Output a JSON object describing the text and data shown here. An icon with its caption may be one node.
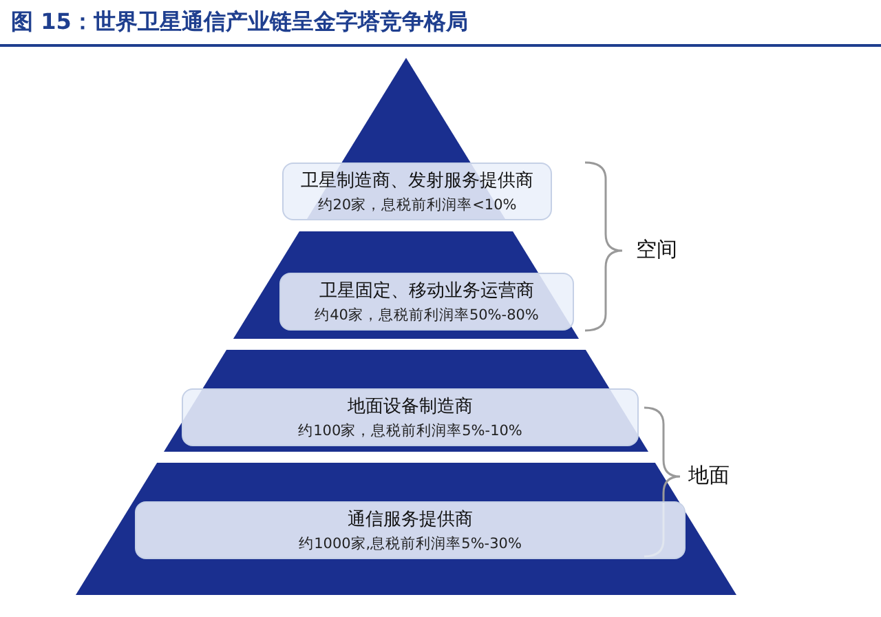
{
  "diagram": {
    "title": "图 15：世界卫星通信产业链呈金字塔竞争格局",
    "nodes": [
      {
        "text": [
          "卫星制造商、发射服务提供商",
          "约20家，息税前利润率<10%"
        ]
      },
      {
        "text": [
          "卫星固定、移动业务运营商",
          "约40家，息税前利润率50%-80%"
        ]
      },
      {
        "text": [
          "地面设备制造商",
          "约100家，息税前利润率5%-10%"
        ]
      },
      {
        "text": [
          "通信服务提供商",
          "约1000家,息税前利润率5%-30%"
        ]
      }
    ],
    "labels": [
      "空间",
      "地面"
    ]
  }
}
